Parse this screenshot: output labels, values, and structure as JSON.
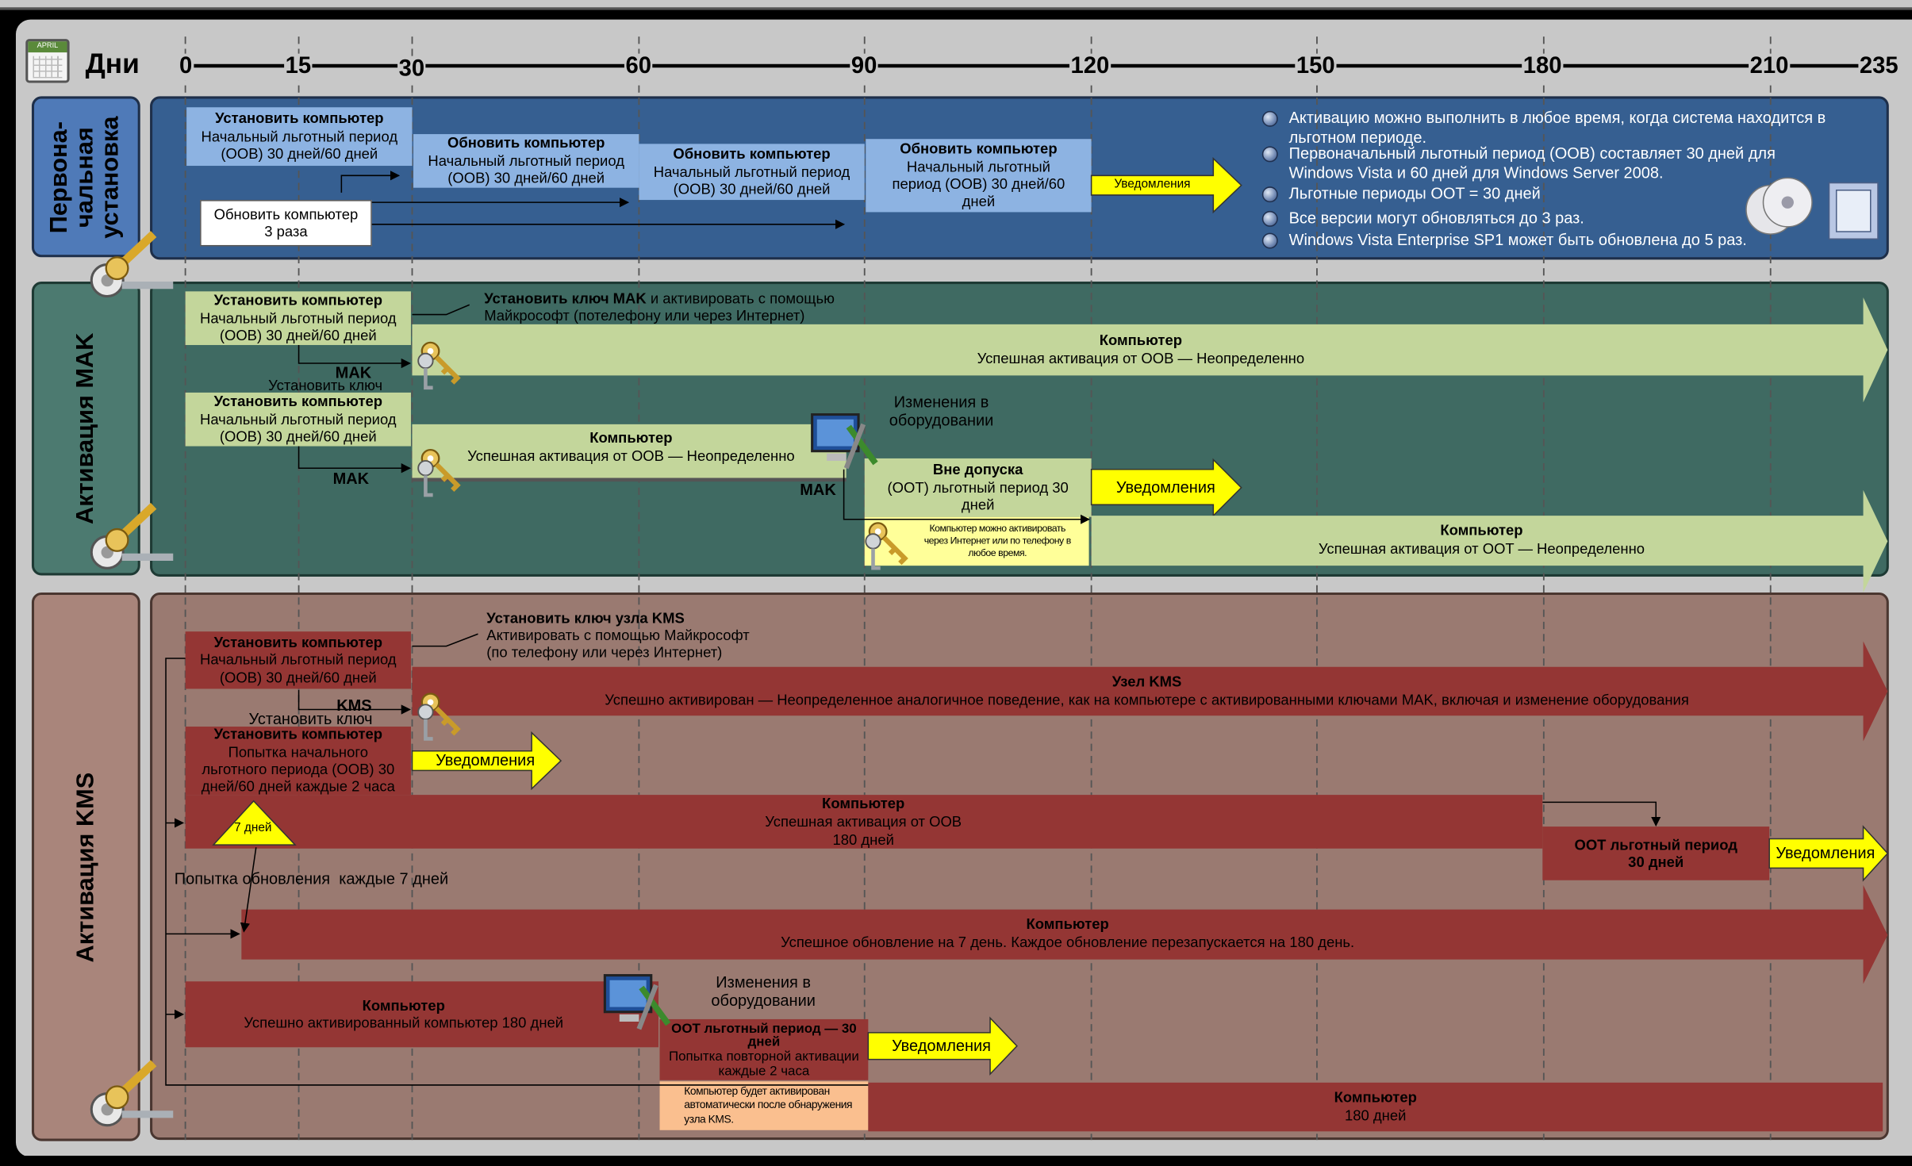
{
  "header": {
    "days_label": "Дни",
    "calendar_label": "APRIL"
  },
  "timeline_ticks": [
    "0",
    "15",
    "30",
    "60",
    "90",
    "120",
    "150",
    "180",
    "210",
    "235"
  ],
  "colors": {
    "initial_bg": "#365f91",
    "mak_bg": "#3f6a62",
    "kms_bg": "#9a7a71",
    "light_blue": "#8db3e2",
    "light_green": "#c3d69b",
    "dark_red": "#943634",
    "notice_yellow": "#ffff00",
    "salmon": "#fabf8f"
  },
  "initial": {
    "section_label": "Первона-\nчальная\nустановка",
    "box1": {
      "title": "Установить компьютер",
      "text": "Начальный льготный период\n(OOB) 30 дней/60 дней"
    },
    "box2": {
      "title": "Обновить компьютер",
      "text": "Начальный льготный период\n(OOB) 30 дней/60 дней"
    },
    "box3": {
      "title": "Обновить компьютер",
      "text": "Начальный льготный период\n(OOB) 30 дней/60 дней"
    },
    "box4": {
      "title": "Обновить компьютер",
      "text": "Начальный льготный\nпериод (OOB) 30 дней/60\nдней"
    },
    "rearm_box": "Обновить компьютер\n3 раза",
    "notice": "Уведомления",
    "bullets": [
      "Активацию можно выполнить в любое время, когда система находится в льготном периоде.",
      "Первоначальный льготный период (OOB) составляет 30 дней для Windows Vista и 60 дней для Windows Server 2008.",
      "Льготные периоды OOT = 30 дней",
      "Все версии могут обновляться до 3 раз.",
      "Windows Vista Enterprise SP1 может быть обновлена до 5 раз."
    ]
  },
  "mak": {
    "section_label": "Активация MAK",
    "box1": {
      "title": "Установить компьютер",
      "text": "Начальный льготный период\n(OOB) 30 дней/60 дней"
    },
    "callout": {
      "title": "Установить ключ MAK",
      "title_suffix": " и активировать с помощью",
      "text": "Майкрософт (потелефону или через Интернет)"
    },
    "bar1": {
      "title": "Компьютер",
      "text": "Успешная активация от OOB — Неопределенно"
    },
    "mak_label1": "MAK",
    "install_key": "Установить ключ",
    "box2": {
      "title": "Установить компьютер",
      "text": "Начальный льготный период\n(OOB) 30 дней/60 дней"
    },
    "mak_label2": "MAK",
    "bar2": {
      "title": "Компьютер",
      "text": "Успешная активация от OOB — Неопределенно"
    },
    "hw_change": "Изменения в\nоборудовании",
    "mak_label3": "MAK",
    "oot_box": {
      "title": "Вне допуска",
      "text": "(OOT) льготный период 30\nдней"
    },
    "notice": "Уведомления",
    "small_note": "Компьютер можно активировать\nчерез Интернет или по телефону в\nлюбое время.",
    "bar3": {
      "title": "Компьютер",
      "text": "Успешная активация от OOT — Неопределенно"
    }
  },
  "kms": {
    "section_label": "Активация KMS",
    "callout": {
      "title": "Установить ключ узла KMS",
      "line2": "Активировать с помощью Майкрософт",
      "line3": "(по телефону или через Интернет)"
    },
    "box1": {
      "title": "Установить компьютер",
      "text": "Начальный льготный период\n(OOB) 30 дней/60 дней"
    },
    "bar1": {
      "title": "Узел KMS",
      "text": "Успешно активирован — Неопределенное аналогичное поведение, как на компьютере с активированными ключами MAK, включая и изменение оборудования"
    },
    "kms_label": "KMS",
    "install_key": "Установить ключ",
    "box2": {
      "title": "Установить компьютер",
      "text": "Попытка начального\nльготного периода (OOB) 30\nдней/60 дней каждые 2 часа"
    },
    "notice1": "Уведомления",
    "days7": "7 дней",
    "bar2": {
      "title": "Компьютер",
      "text": "Успешная активация от OOB\n180 дней"
    },
    "oot_box": {
      "title": "OOT льготный период\n30 дней"
    },
    "notice2": "Уведомления",
    "renew_text": "Попытка обновления  каждые 7 дней",
    "bar3": {
      "title": "Компьютер",
      "text": "Успешное обновление на 7 день. Каждое обновление перезапускается на 180 день."
    },
    "box3": {
      "title": "Компьютер",
      "text": "Успешно активированный компьютер 180 дней"
    },
    "hw_change": "Изменения в\nоборудовании",
    "oot2": {
      "title": "OOT льготный период — 30\nдней",
      "text": "Попытка повторной активации\nкаждые 2 часа"
    },
    "notice3": "Уведомления",
    "salmon_note": "Компьютер будет активирован\nавтоматически после обнаружения\nузла KMS.",
    "bar4": {
      "title": "Компьютер",
      "text": "180 дней"
    }
  }
}
